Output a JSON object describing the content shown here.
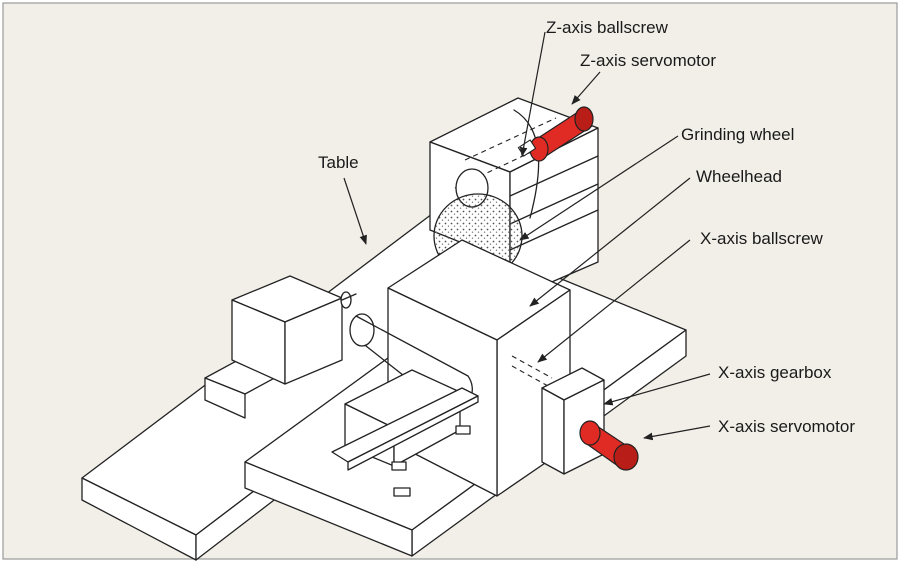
{
  "colors": {
    "background": "#f2efe8",
    "frame": "#999999",
    "line": "#222222",
    "servomotor_red": "#e02b25",
    "servomotor_red_dark": "#b81d18"
  },
  "labels": {
    "z_ballscrew": "Z-axis ballscrew",
    "z_servomotor": "Z-axis servomotor",
    "grinding_wheel": "Grinding wheel",
    "table": "Table",
    "wheelhead": "Wheelhead",
    "x_ballscrew": "X-axis ballscrew",
    "x_gearbox": "X-axis gearbox",
    "x_servomotor": "X-axis servomotor"
  }
}
